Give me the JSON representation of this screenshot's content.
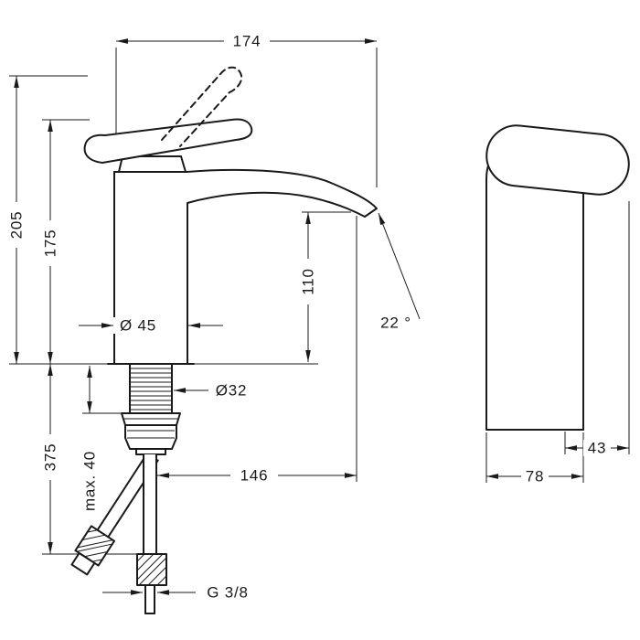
{
  "meta": {
    "background": "#ffffff",
    "line_color": "#1a1a1a"
  },
  "dims": {
    "reach": "174",
    "total_height": "205",
    "body_height": "175",
    "outlet_height": "110",
    "body_diameter": "Ø 45",
    "shank_diameter": "Ø32",
    "below_deck_length": "375",
    "max_mounting_thickness": "max. 40",
    "outlet_offset": "146",
    "outlet_angle": "22 °",
    "connection_thread": "G 3/8",
    "side_handle_depth": "43",
    "side_body_depth": "78"
  }
}
